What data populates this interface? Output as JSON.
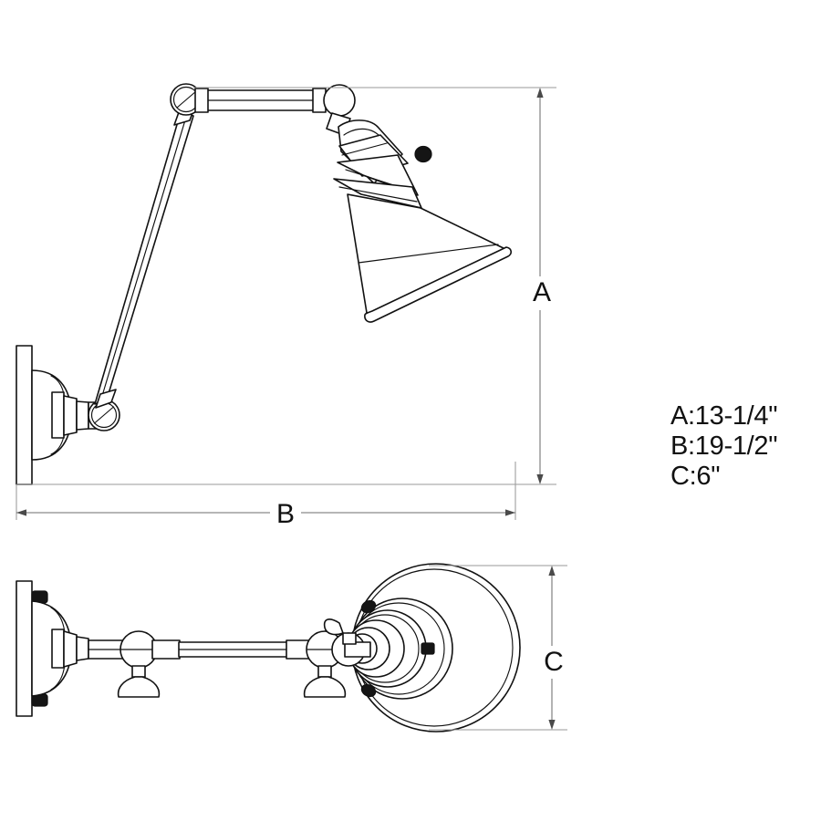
{
  "drawing": {
    "title": "Wall-mounted swing-arm lamp dimension drawing",
    "background_color": "#ffffff",
    "line_color": "#111111",
    "dimension_line_color": "#6e6e6e"
  },
  "dimension_labels": {
    "a": "A",
    "b": "B",
    "c": "C"
  },
  "specifications": [
    {
      "key": "A",
      "text": "A:13-1/4\""
    },
    {
      "key": "B",
      "text": "B:19-1/2\""
    },
    {
      "key": "C",
      "text": "C:6\""
    }
  ],
  "views": {
    "elevation": {
      "name": "side-elevation-view",
      "parts": [
        "wall-plate",
        "dome-backplate",
        "lower-swivel-knob",
        "lower-arm",
        "upper-swivel-knob",
        "upper-arm",
        "ball-joint",
        "shade-fitter",
        "cone-shade",
        "shade-set-screw"
      ]
    },
    "plan": {
      "name": "top-plan-view",
      "parts": [
        "wall-plate",
        "mount-screw-upper",
        "mount-screw-lower",
        "dome-backplate",
        "arm-tube",
        "ball-joint-inner",
        "thumbscrew-inner",
        "ball-joint-outer",
        "thumbscrew-outer",
        "shade-fitter",
        "shade-circle"
      ]
    }
  }
}
